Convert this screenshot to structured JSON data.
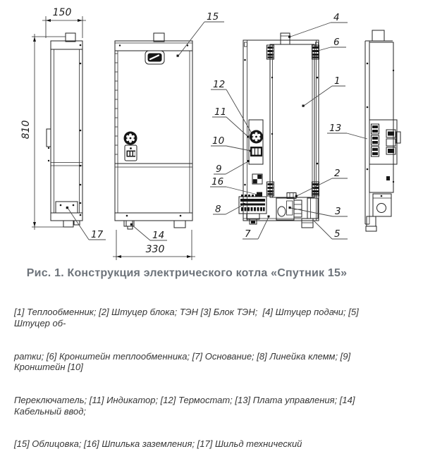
{
  "figure": {
    "caption": "Рис. 1. Конструкция электрического котла «Спутник 15»",
    "legend": {
      "lines": [
        "[1] Теплообменник; [2] Штуцер блока; ТЭН [3] Блок ТЭН;  [4] Штуцер подачи; [5] Штуцер об-",
        "ратки; [6] Кронштейн теплообменника; [7] Основание; [8] Линейка клемм; [9] Кронштейн [10]",
        "Переключатель; [11] Индикатор; [12] Термостат; [13] Плата управления; [14] Кабельный ввод;",
        "[15] Облицовка; [16] Шпилька заземления; [17] Шильд технический"
      ]
    }
  },
  "drawing": {
    "dimensions": {
      "depth_mm": "150",
      "height_mm": "810",
      "width_mm": "330"
    },
    "callouts": {
      "c1": "1",
      "c2": "2",
      "c3": "3",
      "c4": "4",
      "c5": "5",
      "c6": "6",
      "c7": "7",
      "c8": "8",
      "c9": "9",
      "c10": "10",
      "c11": "11",
      "c12": "12",
      "c13": "13",
      "c14": "14",
      "c15": "15",
      "c16": "16",
      "c17": "17"
    }
  },
  "colors": {
    "line": "#222222",
    "caption": "#6d737a",
    "legend_text": "#363636"
  }
}
